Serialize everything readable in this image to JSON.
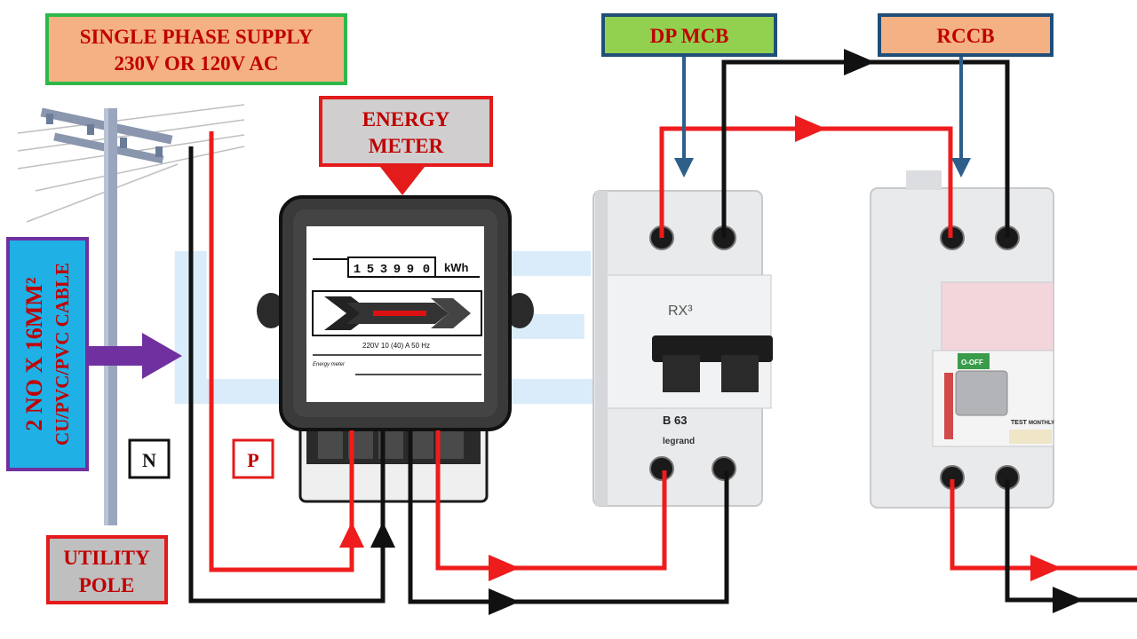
{
  "labels": {
    "supply_line1": "SINGLE PHASE SUPPLY",
    "supply_line2": "230V OR 120V AC",
    "meter_line1": "ENERGY",
    "meter_line2": "METER",
    "mcb": "DP MCB",
    "rccb": "RCCB",
    "cable_line1": "2 NO X 16MM²",
    "cable_line2": "CU/PVC/PVC CABLE",
    "neutral": "N",
    "phase": "P",
    "pole_line1": "UTILITY",
    "pole_line2": "POLE"
  },
  "meter": {
    "digits": [
      "1",
      "5",
      "3",
      "9",
      "9",
      "0"
    ],
    "unit": "kWh",
    "rating": "220V  10 (40) A 50 Hz",
    "caption": "Energy meter"
  },
  "mcb_device": {
    "brand": "RX³",
    "model": "B 63",
    "maker": "legrand"
  },
  "rccb_device": {
    "switch_text": "O-OFF",
    "test_text": "TEST",
    "monthly_text": "MONTHLY"
  },
  "watermark": "LCED",
  "colors": {
    "phase_wire": "#ee1c1c",
    "neutral_wire": "#111111",
    "pointer_arrow": "#2e5f8a",
    "cable_arrow": "#7030a0",
    "supply_box_fill": "#f4b183",
    "supply_box_border": "#2eb84b",
    "meter_box_fill": "#d0cece",
    "meter_box_border": "#e31b1b",
    "mcb_box_fill": "#92d050",
    "mcb_box_border": "#1f4e79",
    "rccb_box_fill": "#f4b183",
    "rccb_box_border": "#1f4e79",
    "cable_box_fill": "#1fb0e6",
    "cable_box_border": "#7030a0",
    "pole_box_fill": "#bfbfbf",
    "pole_box_border": "#e31b1b",
    "label_text": "#c00000"
  }
}
